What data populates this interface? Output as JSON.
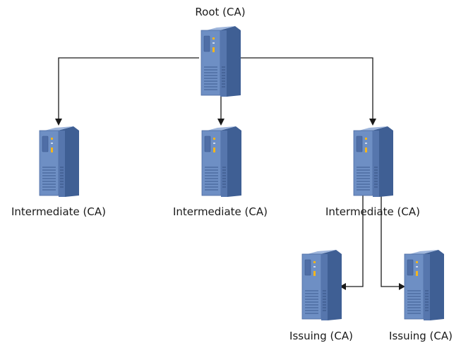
{
  "diagram": {
    "root": {
      "label": "Root (CA)",
      "icon": "server-icon"
    },
    "intermediates": [
      {
        "label": "Intermediate (CA)",
        "icon": "server-icon"
      },
      {
        "label": "Intermediate (CA)",
        "icon": "server-icon"
      },
      {
        "label": "Intermediate (CA)",
        "icon": "server-icon"
      }
    ],
    "issuing": [
      {
        "label": "Issuing (CA)",
        "icon": "server-icon"
      },
      {
        "label": "Issuing (CA)",
        "icon": "server-icon"
      }
    ],
    "colors": {
      "server_front": "#6e8fc4",
      "server_side": "#3f5f94",
      "server_top": "#9fb6dc",
      "indicator": "#f2b51e",
      "connector": "#1a1a1a"
    }
  }
}
